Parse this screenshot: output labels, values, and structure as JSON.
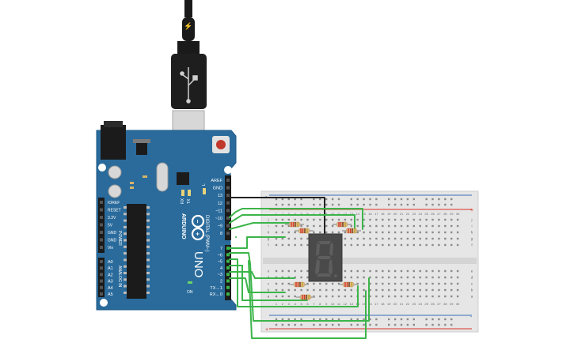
{
  "colors": {
    "board_blue": "#2a6b9c",
    "board_dark": "#1f5a86",
    "wire_green": "#3cb54a",
    "wire_black": "#222222",
    "breadboard": "#e6e6e6",
    "rail_red": "#d9342b",
    "rail_blue": "#3a6fb7",
    "segment_display": "#4a4a4a",
    "segment_off": "#5e5e5e",
    "usb_cable": "#1a1a1a"
  },
  "board": {
    "brand": "ARDUINO",
    "model": "UNO",
    "on_label": "ON",
    "tx_led_label": "TX",
    "rx_led_label": "RX",
    "l_led_label": "L",
    "digital_label": "DIGITAL (PWM~)",
    "power_label": "POWER",
    "analog_label": "ANALOG IN",
    "power_pins": [
      "IOREF",
      "RESET",
      "3.3V",
      "5V",
      "GND",
      "GND",
      "Vin"
    ],
    "analog_pins": [
      "A0",
      "A1",
      "A2",
      "A3",
      "A4",
      "A5"
    ],
    "digital_top_pins": [
      "AREF",
      "GND",
      "13",
      "12",
      "~11",
      "~10",
      "~9",
      "8"
    ],
    "digital_bottom_pins": [
      "7",
      "~6",
      "~5",
      "4",
      "~3",
      "2",
      "TX→1",
      "RX←0"
    ]
  },
  "usb": {
    "icon": "usb-icon",
    "plug_icon": "lightning-icon"
  },
  "breadboard": {
    "row_letters_top": [
      "j",
      "i",
      "h",
      "g",
      "f"
    ],
    "row_letters_bottom": [
      "e",
      "d",
      "c",
      "b",
      "a"
    ],
    "column_numbers": [
      "1",
      "2",
      "3",
      "4",
      "5",
      "6",
      "7",
      "8",
      "9",
      "10",
      "11",
      "12",
      "13",
      "14",
      "15",
      "16",
      "17",
      "18",
      "19",
      "20",
      "21",
      "22",
      "23",
      "24",
      "25",
      "26",
      "27",
      "28",
      "29",
      "30"
    ],
    "rail_plus": "+",
    "rail_minus": "-"
  },
  "display": {
    "type": "seven-segment",
    "digit_shown": "8"
  },
  "resistors": {
    "count": 7
  }
}
